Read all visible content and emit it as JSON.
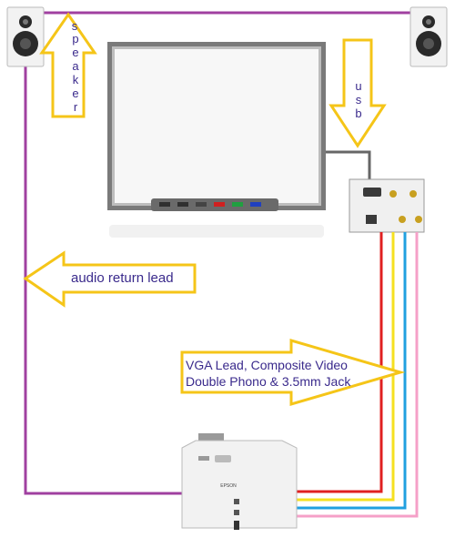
{
  "labels": {
    "speaker": [
      "s",
      "p",
      "e",
      "a",
      "k",
      "e",
      "r"
    ],
    "usb": [
      "u",
      "s",
      "b"
    ],
    "audio_return": "audio return lead",
    "vga_line1": "VGA Lead, Composite Video",
    "vga_line2": "Double Phono & 3.5mm Jack",
    "projector_brand": "EPSON"
  },
  "colors": {
    "audio_cable": "#a040a0",
    "usb_cable": "#666666",
    "arrow_fill": "#ffffff",
    "arrow_stroke": "#f5c518",
    "label_text": "#3a2a8c",
    "cable_red": "#e02020",
    "cable_yellow": "#f5e020",
    "cable_blue": "#20a0e0",
    "cable_pink": "#f5a0c8"
  }
}
